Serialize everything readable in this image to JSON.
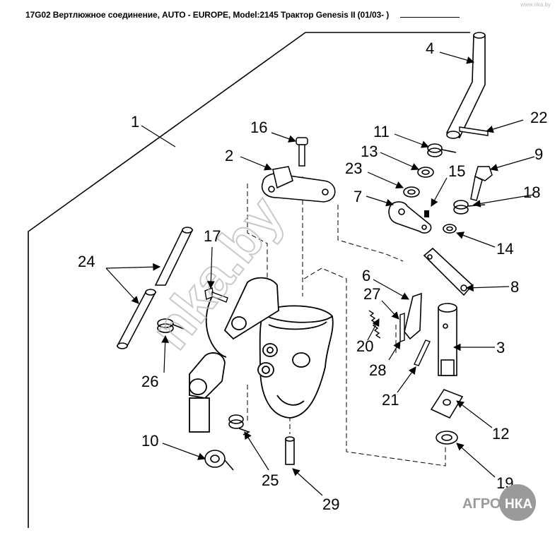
{
  "header": {
    "title": "17G02 Вертлюжное соединение, AUTO - EUROPE, Model:2145 Трактор Genesis II (01/03- )"
  },
  "corner_mark": "www.nka.by",
  "watermark": "nka.by",
  "logo": {
    "left": "АГРО",
    "right": "НКА",
    "color": "#9a9a9a"
  },
  "callouts": [
    {
      "id": "1",
      "label": "1"
    },
    {
      "id": "2",
      "label": "2"
    },
    {
      "id": "3",
      "label": "3"
    },
    {
      "id": "4",
      "label": "4"
    },
    {
      "id": "6",
      "label": "6"
    },
    {
      "id": "7",
      "label": "7"
    },
    {
      "id": "8",
      "label": "8"
    },
    {
      "id": "9",
      "label": "9"
    },
    {
      "id": "10",
      "label": "10"
    },
    {
      "id": "11",
      "label": "11"
    },
    {
      "id": "12",
      "label": "12"
    },
    {
      "id": "13",
      "label": "13"
    },
    {
      "id": "14",
      "label": "14"
    },
    {
      "id": "15",
      "label": "15"
    },
    {
      "id": "16",
      "label": "16"
    },
    {
      "id": "17",
      "label": "17"
    },
    {
      "id": "18",
      "label": "18"
    },
    {
      "id": "19",
      "label": "19"
    },
    {
      "id": "20",
      "label": "20"
    },
    {
      "id": "21",
      "label": "21"
    },
    {
      "id": "22",
      "label": "22"
    },
    {
      "id": "23",
      "label": "23"
    },
    {
      "id": "24",
      "label": "24"
    },
    {
      "id": "25",
      "label": "25"
    },
    {
      "id": "26",
      "label": "26"
    },
    {
      "id": "27",
      "label": "27"
    },
    {
      "id": "28",
      "label": "28"
    },
    {
      "id": "29",
      "label": "29"
    }
  ]
}
